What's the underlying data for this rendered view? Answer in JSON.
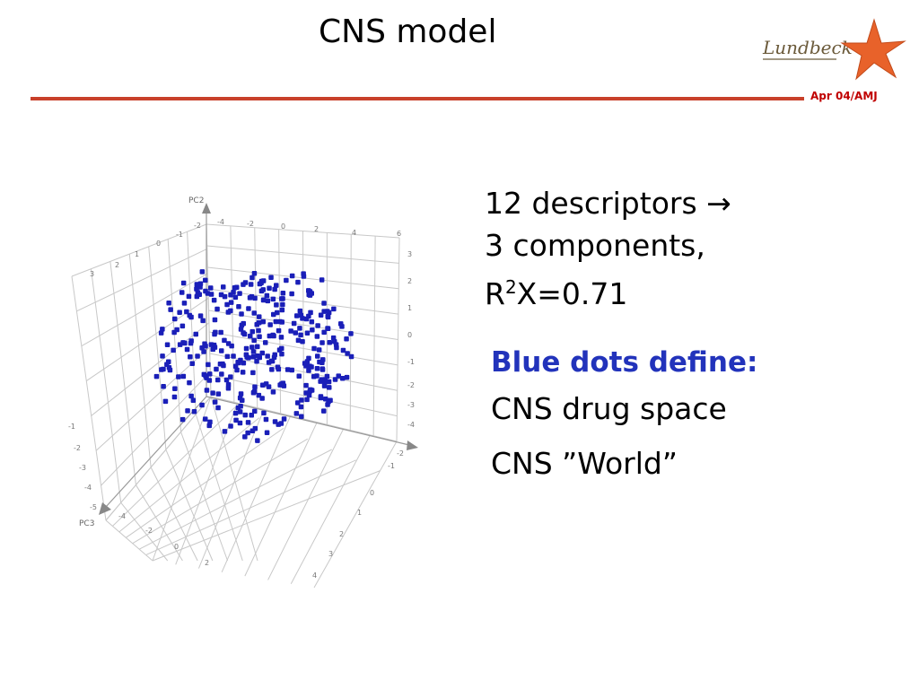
{
  "slide": {
    "title": "CNS model",
    "date_tag": "Apr 04/AMJ",
    "logo_text": "Lundbeck",
    "descriptors": {
      "line1": "12 descriptors",
      "arrow": "→",
      "line2": "3 components,",
      "r_prefix": "R",
      "r_sup": "2",
      "r_suffix": "X=0.71"
    },
    "blue_heading": "Blue dots define:",
    "items": [
      "CNS drug space",
      "CNS ”World”"
    ]
  },
  "plot": {
    "axis_labels": {
      "pc2": "PC2",
      "pc3": "PC3"
    },
    "ticks_top": [
      "-4",
      "-2",
      "0",
      "2",
      "4",
      "6"
    ],
    "ticks_right": [
      "3",
      "2",
      "1",
      "0",
      "-1",
      "-2",
      "-3",
      "-4"
    ],
    "ticks_left": [
      "-1",
      "-2",
      "-3",
      "-4",
      "-5"
    ],
    "ticks_bottom_left": [
      "-4",
      "-2",
      "0",
      "2"
    ],
    "ticks_bottom_right": [
      "-2",
      "-1",
      "0",
      "1",
      "2",
      "3",
      "4"
    ],
    "ticks_upper_left": [
      "3",
      "2",
      "1",
      "0",
      "-1",
      "-2"
    ],
    "dot_color": "#1a1fb8"
  },
  "colors": {
    "rule": "#c8402a",
    "blue_text": "#2233bb",
    "starfish": "#e8622a"
  }
}
